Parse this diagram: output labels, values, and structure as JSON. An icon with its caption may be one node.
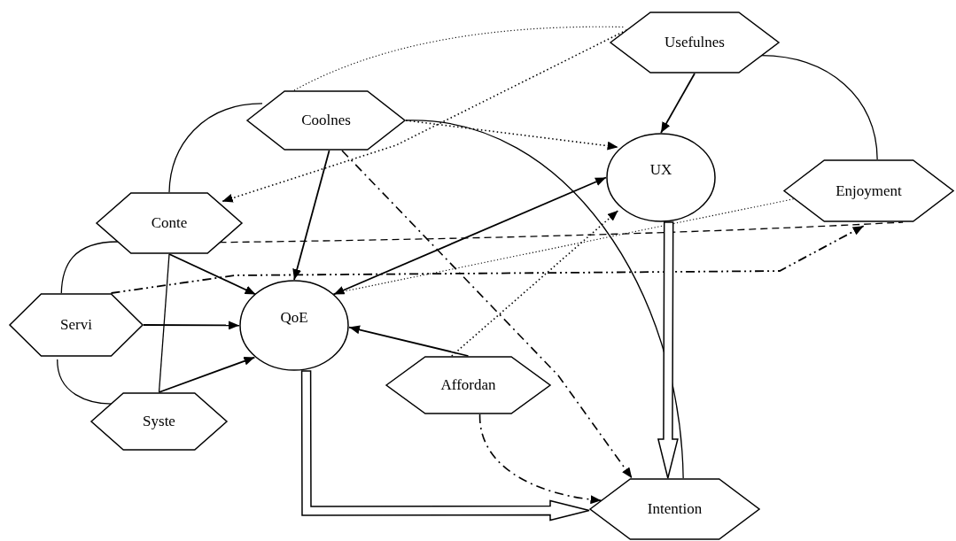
{
  "diagram": {
    "nodes": [
      {
        "text": [
          "Usefulnes"
        ]
      },
      {
        "text": [
          "Coolnes"
        ]
      },
      {
        "text": [
          "UX"
        ]
      },
      {
        "text": [
          "Enjoyment"
        ]
      },
      {
        "text": [
          "Conte"
        ]
      },
      {
        "text": [
          "Servi"
        ]
      },
      {
        "text": [
          "QoE"
        ]
      },
      {
        "text": [
          "Affordan"
        ]
      },
      {
        "text": [
          "Syste"
        ]
      },
      {
        "text": [
          "Intention"
        ]
      }
    ],
    "edges": [
      {
        "from": 0,
        "to": 2,
        "arrow": "to"
      },
      {
        "from": 0,
        "to": 3,
        "arrow": "none"
      },
      {
        "from": 0,
        "to": 4,
        "arrow": "to",
        "style": "dashed"
      },
      {
        "from": 0,
        "to": 1,
        "arrow": "none",
        "style": "dashed"
      },
      {
        "from": 1,
        "to": 2,
        "arrow": "to",
        "style": "dashed"
      },
      {
        "from": 1,
        "to": 6,
        "arrow": "to"
      },
      {
        "from": 1,
        "to": 9,
        "arrow": "to",
        "style": "dashed"
      },
      {
        "from": 1,
        "to": 9,
        "arrow": "none"
      },
      {
        "from": 1,
        "to": 4,
        "arrow": "none"
      },
      {
        "from": 4,
        "to": 6,
        "arrow": "to"
      },
      {
        "from": 4,
        "to": 3,
        "arrow": "none",
        "style": "dashed"
      },
      {
        "from": 4,
        "to": 5,
        "arrow": "none"
      },
      {
        "from": 4,
        "to": 8,
        "arrow": "none"
      },
      {
        "from": 5,
        "to": 6,
        "arrow": "to"
      },
      {
        "from": 5,
        "to": 3,
        "arrow": "to",
        "style": "dashed"
      },
      {
        "from": 5,
        "to": 8,
        "arrow": "none"
      },
      {
        "from": 8,
        "to": 6,
        "arrow": "to"
      },
      {
        "from": 6,
        "to": 2,
        "arrow": "both"
      },
      {
        "from": 3,
        "to": 6,
        "arrow": "none",
        "style": "dashed"
      },
      {
        "from": 7,
        "to": 2,
        "arrow": "to",
        "style": "dashed"
      },
      {
        "from": 7,
        "to": 6,
        "arrow": "to"
      },
      {
        "from": 7,
        "to": 9,
        "arrow": "to",
        "style": "dashed"
      },
      {
        "from": 6,
        "to": 9,
        "arrow": "to",
        "style": "thick"
      },
      {
        "from": 2,
        "to": 9,
        "arrow": "to",
        "style": "thick"
      }
    ]
  }
}
